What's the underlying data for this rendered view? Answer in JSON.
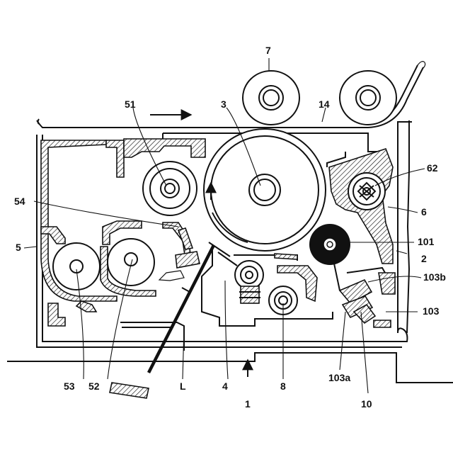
{
  "diagram": {
    "labels": {
      "l1": "1",
      "l2": "2",
      "l3": "3",
      "l4": "4",
      "l5": "5",
      "l6": "6",
      "l7": "7",
      "l8": "8",
      "l10": "10",
      "l14": "14",
      "l51": "51",
      "l52": "52",
      "l53": "53",
      "l54": "54",
      "l62": "62",
      "l101": "101",
      "l103": "103",
      "l103a": "103a",
      "l103b": "103b",
      "lL": "L"
    }
  }
}
